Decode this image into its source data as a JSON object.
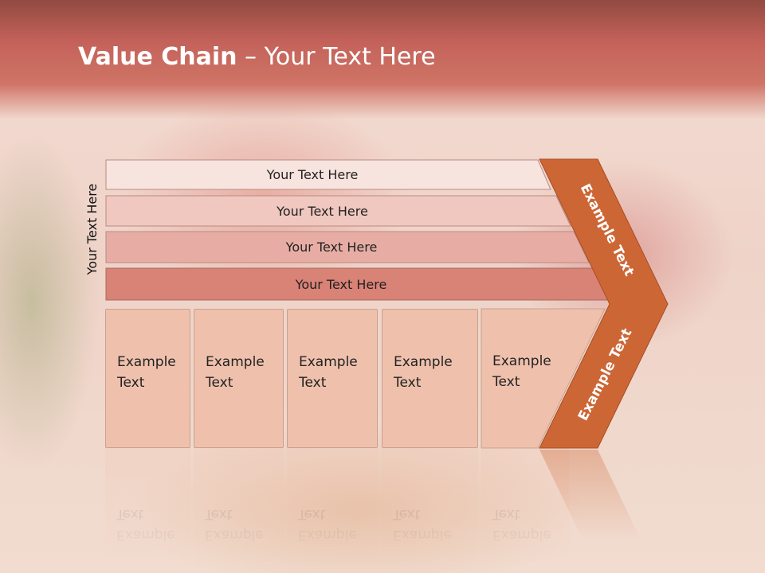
{
  "title": {
    "bold": "Value Chain",
    "rest": " – Your Text Here"
  },
  "side_label": "Your Text Here",
  "bars": [
    {
      "label": "Your Text Here",
      "fill": "#f8e4df"
    },
    {
      "label": "Your Text Here",
      "fill": "#f0c8c0"
    },
    {
      "label": "Your Text Here",
      "fill": "#e7ada4"
    },
    {
      "label": "Your Text Here",
      "fill": "#d98276"
    }
  ],
  "columns": [
    {
      "text": "Example\nText"
    },
    {
      "text": "Example\nText"
    },
    {
      "text": "Example\nText"
    },
    {
      "text": "Example\nText"
    },
    {
      "text": "Example\nText"
    }
  ],
  "arrow": {
    "upper_text": "Example Text",
    "lower_text": "Example Text",
    "color": "#cd6635"
  }
}
